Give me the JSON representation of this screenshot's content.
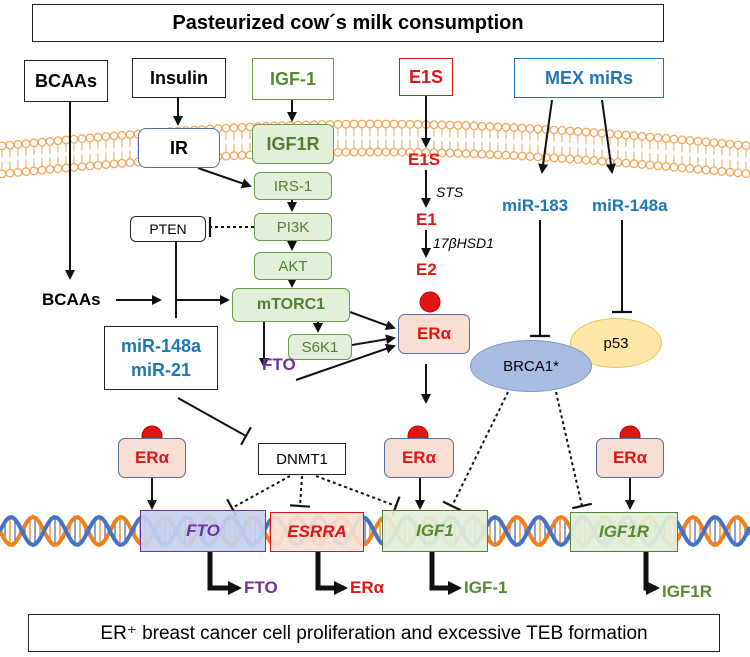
{
  "title": "Pasteurized cow´s milk consumption",
  "footer": "ER⁺ breast cancer cell proliferation and excessive TEB formation",
  "nodes": {
    "bcaas_top": "BCAAs",
    "insulin": "Insulin",
    "igf1_ligand": "IGF-1",
    "e1s_top": "E1S",
    "mex_mirs": "MEX miRs",
    "ir": "IR",
    "igf1r": "IGF1R",
    "irs1": "IRS-1",
    "pi3k": "PI3K",
    "akt": "AKT",
    "mtorc1": "mTORC1",
    "s6k1": "S6K1",
    "pten": "PTEN",
    "bcaas_mid": "BCAAs",
    "mir148a_mir21_line1": "miR-148a",
    "mir148a_mir21_line2": "miR-21",
    "fto_protein_mid": "FTO",
    "e1s_mid": "E1S",
    "sts": "STS",
    "e1": "E1",
    "hsd": "17βHSD1",
    "e2": "E2",
    "eralpha_center": "ERα",
    "mir183": "miR-183",
    "mir148a_right": "miR-148a",
    "p53": "p53",
    "brca1": "BRCA1*",
    "dnmt1": "DNMT1",
    "eralpha_left": "ERα",
    "eralpha_mid": "ERα",
    "eralpha_right": "ERα"
  },
  "genes": [
    "FTO",
    "ESRRA",
    "IGF1",
    "IGF1R"
  ],
  "products": [
    "FTO",
    "ERα",
    "IGF-1",
    "IGF1R"
  ],
  "colors": {
    "red": "#e01515",
    "blue": "#1f77b4",
    "green": "#558b2f",
    "purple": "#7030a0",
    "dna_orange": "#f07f1e",
    "dna_blue": "#4472c4",
    "membrane": "#f2a65a"
  }
}
